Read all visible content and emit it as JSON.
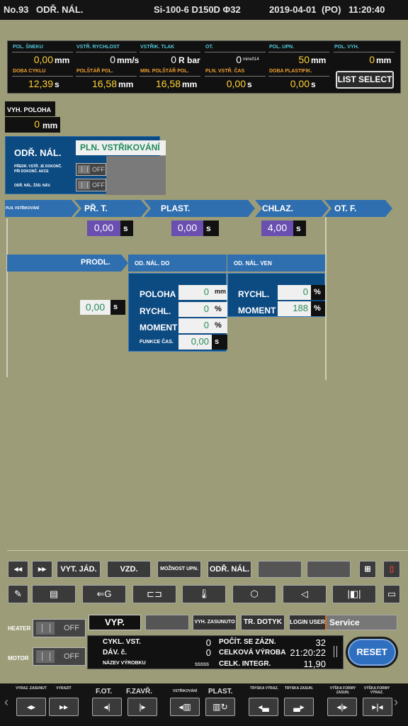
{
  "header": {
    "screen_no": "No.93",
    "screen_title": "ODŘ. NÁL.",
    "machine": "Si-100-6  D150D Φ32",
    "date": "2019-04-01",
    "day": "(PO)",
    "time": "11:20:40"
  },
  "params": {
    "row1": [
      {
        "label": "POL. ŠNEKU",
        "value": "0,00",
        "unit": "mm"
      },
      {
        "label": "VSTŘ. RYCHLOST",
        "value": "0",
        "unit": "mm/s"
      },
      {
        "label": "VSTŘIK. TLAK",
        "value": "0",
        "unit": "R bar"
      },
      {
        "label": "OT.",
        "value": "0",
        "unit": "minx014"
      },
      {
        "label": "POL. UPN.",
        "value": "50",
        "unit": "mm"
      },
      {
        "label": "POL. VYH.",
        "value": "0",
        "unit": "mm"
      }
    ],
    "row2": [
      {
        "label": "DOBA CYKLU",
        "value": "12,39",
        "unit": "s"
      },
      {
        "label": "POLŠTÁŘ POL.",
        "value": "16,58",
        "unit": "mm"
      },
      {
        "label": "MIN. POLŠTÁŘ POL.",
        "value": "16,58",
        "unit": "mm"
      },
      {
        "label": "PLN. VSTŘ. ČAS",
        "value": "0,00",
        "unit": "s"
      },
      {
        "label": "DOBA PLASTIFIK.",
        "value": "0,00",
        "unit": "s"
      }
    ],
    "list_select": "LIST SELECT"
  },
  "vyh_poloha": {
    "label": "VYH. POLOHA",
    "value": "0",
    "unit": "mm"
  },
  "ejector": {
    "title": "ODŘ. NÁL.",
    "mode": "PLN. VSTŘIKOVÁNÍ",
    "opt1_line1": "PŘEDR. VSTŘ. JE DOKONČ.",
    "opt1_line2": "PŘI DOKONČ. AKCE",
    "opt1_state": "OFF",
    "opt2": "ODŘ. NÁL. ŽÁD. NÁV.",
    "opt2_state": "OFF"
  },
  "process": {
    "steps": [
      "PLN. VSTŘIKOVÁNÍ",
      "PŘ. T.",
      "PLAST.",
      "CHLAZ.",
      "OT. F."
    ],
    "pr_t": {
      "value": "0,00",
      "unit": "s"
    },
    "plast": {
      "value": "0,00",
      "unit": "s"
    },
    "chlaz": {
      "value": "4,00",
      "unit": "s"
    },
    "prodl": "PRODL.",
    "od_nal_do": "OD. NÁL. DO",
    "od_nal_ven": "OD. NÁL. VEN",
    "wait": {
      "value": "0,00",
      "unit": "s"
    },
    "do_panel": {
      "poloha": {
        "label": "POLOHA",
        "value": "0",
        "unit": "mm"
      },
      "rychl": {
        "label": "RYCHL.",
        "value": "0",
        "unit": "%"
      },
      "moment": {
        "label": "MOMENT",
        "value": "0",
        "unit": "%"
      },
      "funkce": {
        "label": "FUNKCE ČAS.",
        "value": "0,00",
        "unit": "s"
      }
    },
    "ven_panel": {
      "rychl": {
        "label": "RYCHL.",
        "value": "0",
        "unit": "%"
      },
      "moment": {
        "label": "MOMENT",
        "value": "188",
        "unit": "%"
      }
    }
  },
  "toolbar": {
    "prev": "◂◂",
    "next": "▸▸",
    "vyt_jad": "VYT. JÁD.",
    "vzd": "VZD.",
    "moznost": "MOŽNOST UPN.",
    "odr_nal": "ODŘ. NÁL."
  },
  "status": {
    "heater_label": "HEATER",
    "heater_state": "OFF",
    "motor_label": "MOTOR",
    "motor_state": "OFF",
    "vyp": "VYP.",
    "vyh_zasunuto": "VYH. ZASUNUTO",
    "tr_dotyk": "TR. DOTYK",
    "login_user": "LOGIN USER",
    "user_name": "Service",
    "cykl_vst_label": "CYKL. VST.",
    "cykl_vst": "0",
    "dav_c_label": "DÁV. č.",
    "dav_c": "0",
    "nazev_label": "NÁZEV VÝROBKU",
    "nazev": "sssss",
    "pocit_label": "POČÍT. SE ZÁZN.",
    "pocit": "32",
    "celk_vyroba_label": "CELKOVÁ VÝROBA",
    "celk_vyroba": "21:20:22",
    "celk_integr_label": "CELK. INTEGR.",
    "celk_integr": "11,90",
    "reset": "RESET"
  },
  "movebar": {
    "vyrazit_zasunout": "VYRAZ. ZASUNUT",
    "vyrazit_vyrazit": "VYRAZIT",
    "f_ot": "F.OT.",
    "f_zavr": "F.ZAVŘ.",
    "vstrikovani": "VSTŘIKOVÁNÍ",
    "plast": "PLAST.",
    "tryska_vyrazit": "TRYSKA VÝRAZ.",
    "tryska_zasunout": "TRYSKA ZASUN.",
    "vyska_zasun": "VÝŠKA FORMY ZASUN.",
    "vyska_vyraz": "VÝŠKA FORMY VÝRAZ."
  }
}
